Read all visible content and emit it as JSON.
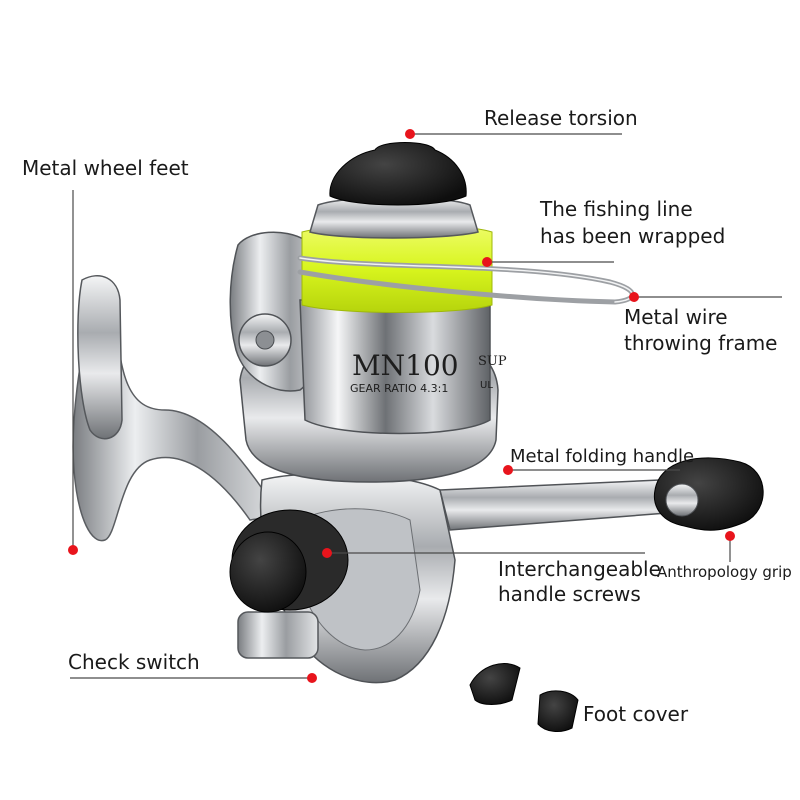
{
  "colors": {
    "background": "#ffffff",
    "leader_line": "#4a4a4a",
    "marker_dot": "#e8141c",
    "fishing_line": "#d8f51e",
    "chrome": "#c9cbce",
    "knob": "#1c1c1c"
  },
  "product": {
    "model_text": "MN100",
    "gear_text": "GEAR RATIO 4.3:1",
    "side_text_1": "SUP",
    "side_text_2": "UL"
  },
  "callouts": {
    "release_torsion": "Release torsion",
    "metal_wheel_feet": "Metal wheel feet",
    "fishing_line_1": "The fishing line",
    "fishing_line_2": "has been wrapped",
    "metal_wire_1": "Metal wire",
    "metal_wire_2": "throwing frame",
    "metal_folding_handle": "Metal folding handle",
    "anthropology_grip": "Anthropology grip",
    "handle_screws_1": "Interchangeable",
    "handle_screws_2": "handle screws",
    "check_switch": "Check switch",
    "foot_cover": "Foot cover"
  }
}
